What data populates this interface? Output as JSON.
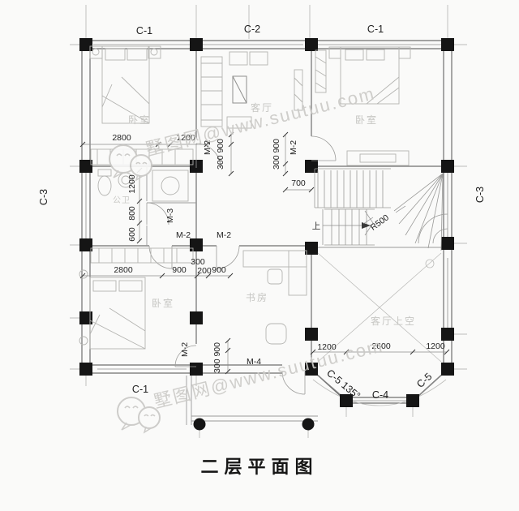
{
  "title": "二层平面图",
  "watermark": {
    "text": "墅图网@www.suutuu.com",
    "icon": "wechat-icon"
  },
  "axes": {
    "c1": "C-1",
    "c2": "C-2",
    "c3": "C-3",
    "c4": "C-4",
    "c5": "C-5",
    "c5_135": "C-5 135°"
  },
  "rooms": {
    "bedroom": "卧室",
    "living": "客厅",
    "bath": "公卫",
    "study": "书房",
    "living_void": "客厅上空"
  },
  "doors": {
    "m2": "M-2",
    "m3": "M-3",
    "m4": "M-4"
  },
  "stair": {
    "up": "上",
    "r500": "R500"
  },
  "dims": {
    "d2800": "2800",
    "d1200": "1200",
    "d900": "900",
    "d300": "300",
    "d200": "200",
    "d700": "700",
    "d800": "800",
    "d600": "600",
    "d2600": "2600",
    "d300_900": "300 900"
  },
  "colors": {
    "column": "#151515",
    "wall": "#6f6f6f",
    "furniture": "#b4b4b1",
    "dim_text": "#1f1f1f",
    "room_label": "#c6c6c3",
    "watermark": "#cbcac7",
    "background": "#fafaf9"
  }
}
